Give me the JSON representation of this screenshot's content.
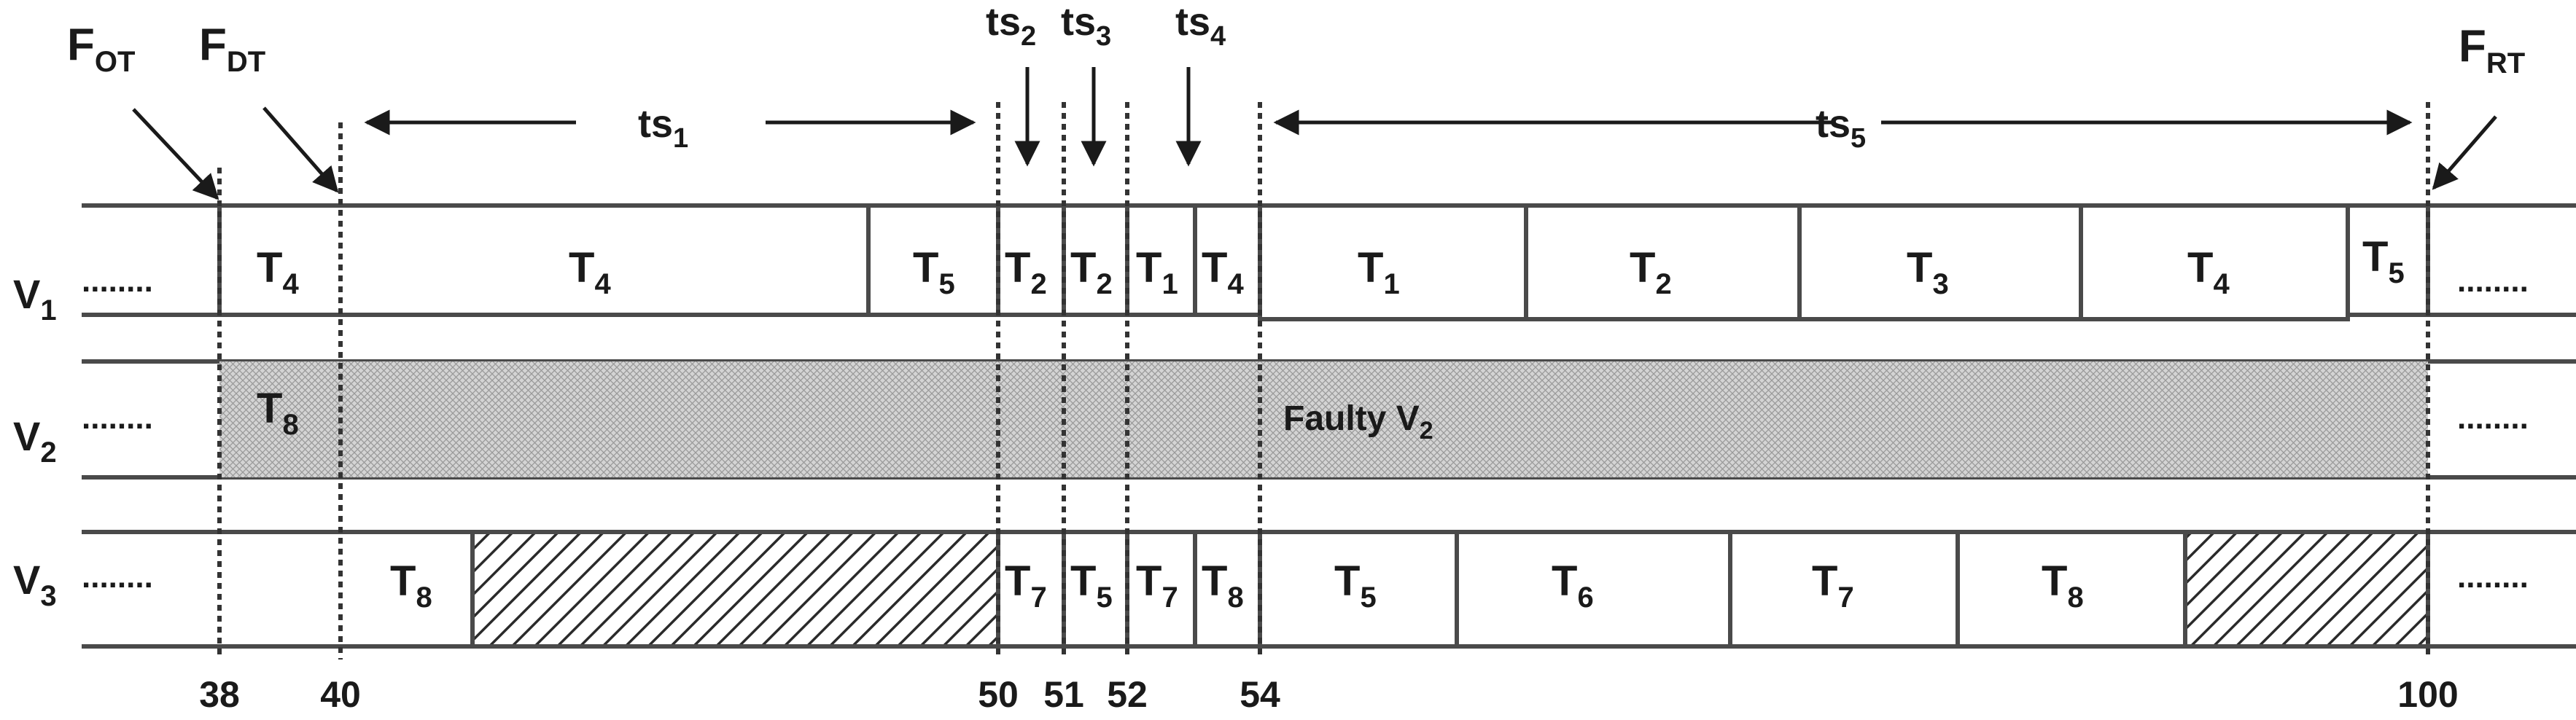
{
  "diagram": {
    "markers": [
      {
        "id": "fot",
        "label": "F",
        "sub": "OT"
      },
      {
        "id": "fdt",
        "label": "F",
        "sub": "DT"
      },
      {
        "id": "frt",
        "label": "F",
        "sub": "RT"
      }
    ],
    "slots": [
      {
        "id": "ts1",
        "label": "ts",
        "sub": "1"
      },
      {
        "id": "ts2",
        "label": "ts",
        "sub": "2"
      },
      {
        "id": "ts3",
        "label": "ts",
        "sub": "3"
      },
      {
        "id": "ts4",
        "label": "ts",
        "sub": "4"
      },
      {
        "id": "ts5",
        "label": "ts",
        "sub": "5"
      }
    ],
    "rows": [
      {
        "label": "V",
        "sub": "1",
        "ellipsis": "........"
      },
      {
        "label": "V",
        "sub": "2",
        "ellipsis": "........"
      },
      {
        "label": "V",
        "sub": "3",
        "ellipsis": "........"
      }
    ],
    "faulty_label": "Faulty V",
    "faulty_sub": "2",
    "time_ticks": [
      "38",
      "40",
      "50",
      "51",
      "52",
      "54",
      "100"
    ],
    "v1_tasks": [
      {
        "label": "T",
        "sub": "4"
      },
      {
        "label": "T",
        "sub": "4"
      },
      {
        "label": "T",
        "sub": "5"
      },
      {
        "label": "T",
        "sub": "2"
      },
      {
        "label": "T",
        "sub": "2"
      },
      {
        "label": "T",
        "sub": "1"
      },
      {
        "label": "T",
        "sub": "4"
      },
      {
        "label": "T",
        "sub": "1"
      },
      {
        "label": "T",
        "sub": "2"
      },
      {
        "label": "T",
        "sub": "3"
      },
      {
        "label": "T",
        "sub": "4"
      },
      {
        "label": "T",
        "sub": "5"
      }
    ],
    "v2_tasks": [
      {
        "label": "T",
        "sub": "8"
      }
    ],
    "v3_tasks": [
      {
        "label": "T",
        "sub": "8"
      },
      {
        "label": "T",
        "sub": "7"
      },
      {
        "label": "T",
        "sub": "5"
      },
      {
        "label": "T",
        "sub": "7"
      },
      {
        "label": "T",
        "sub": "8"
      },
      {
        "label": "T",
        "sub": "5"
      },
      {
        "label": "T",
        "sub": "6"
      },
      {
        "label": "T",
        "sub": "7"
      },
      {
        "label": "T",
        "sub": "8"
      }
    ]
  }
}
